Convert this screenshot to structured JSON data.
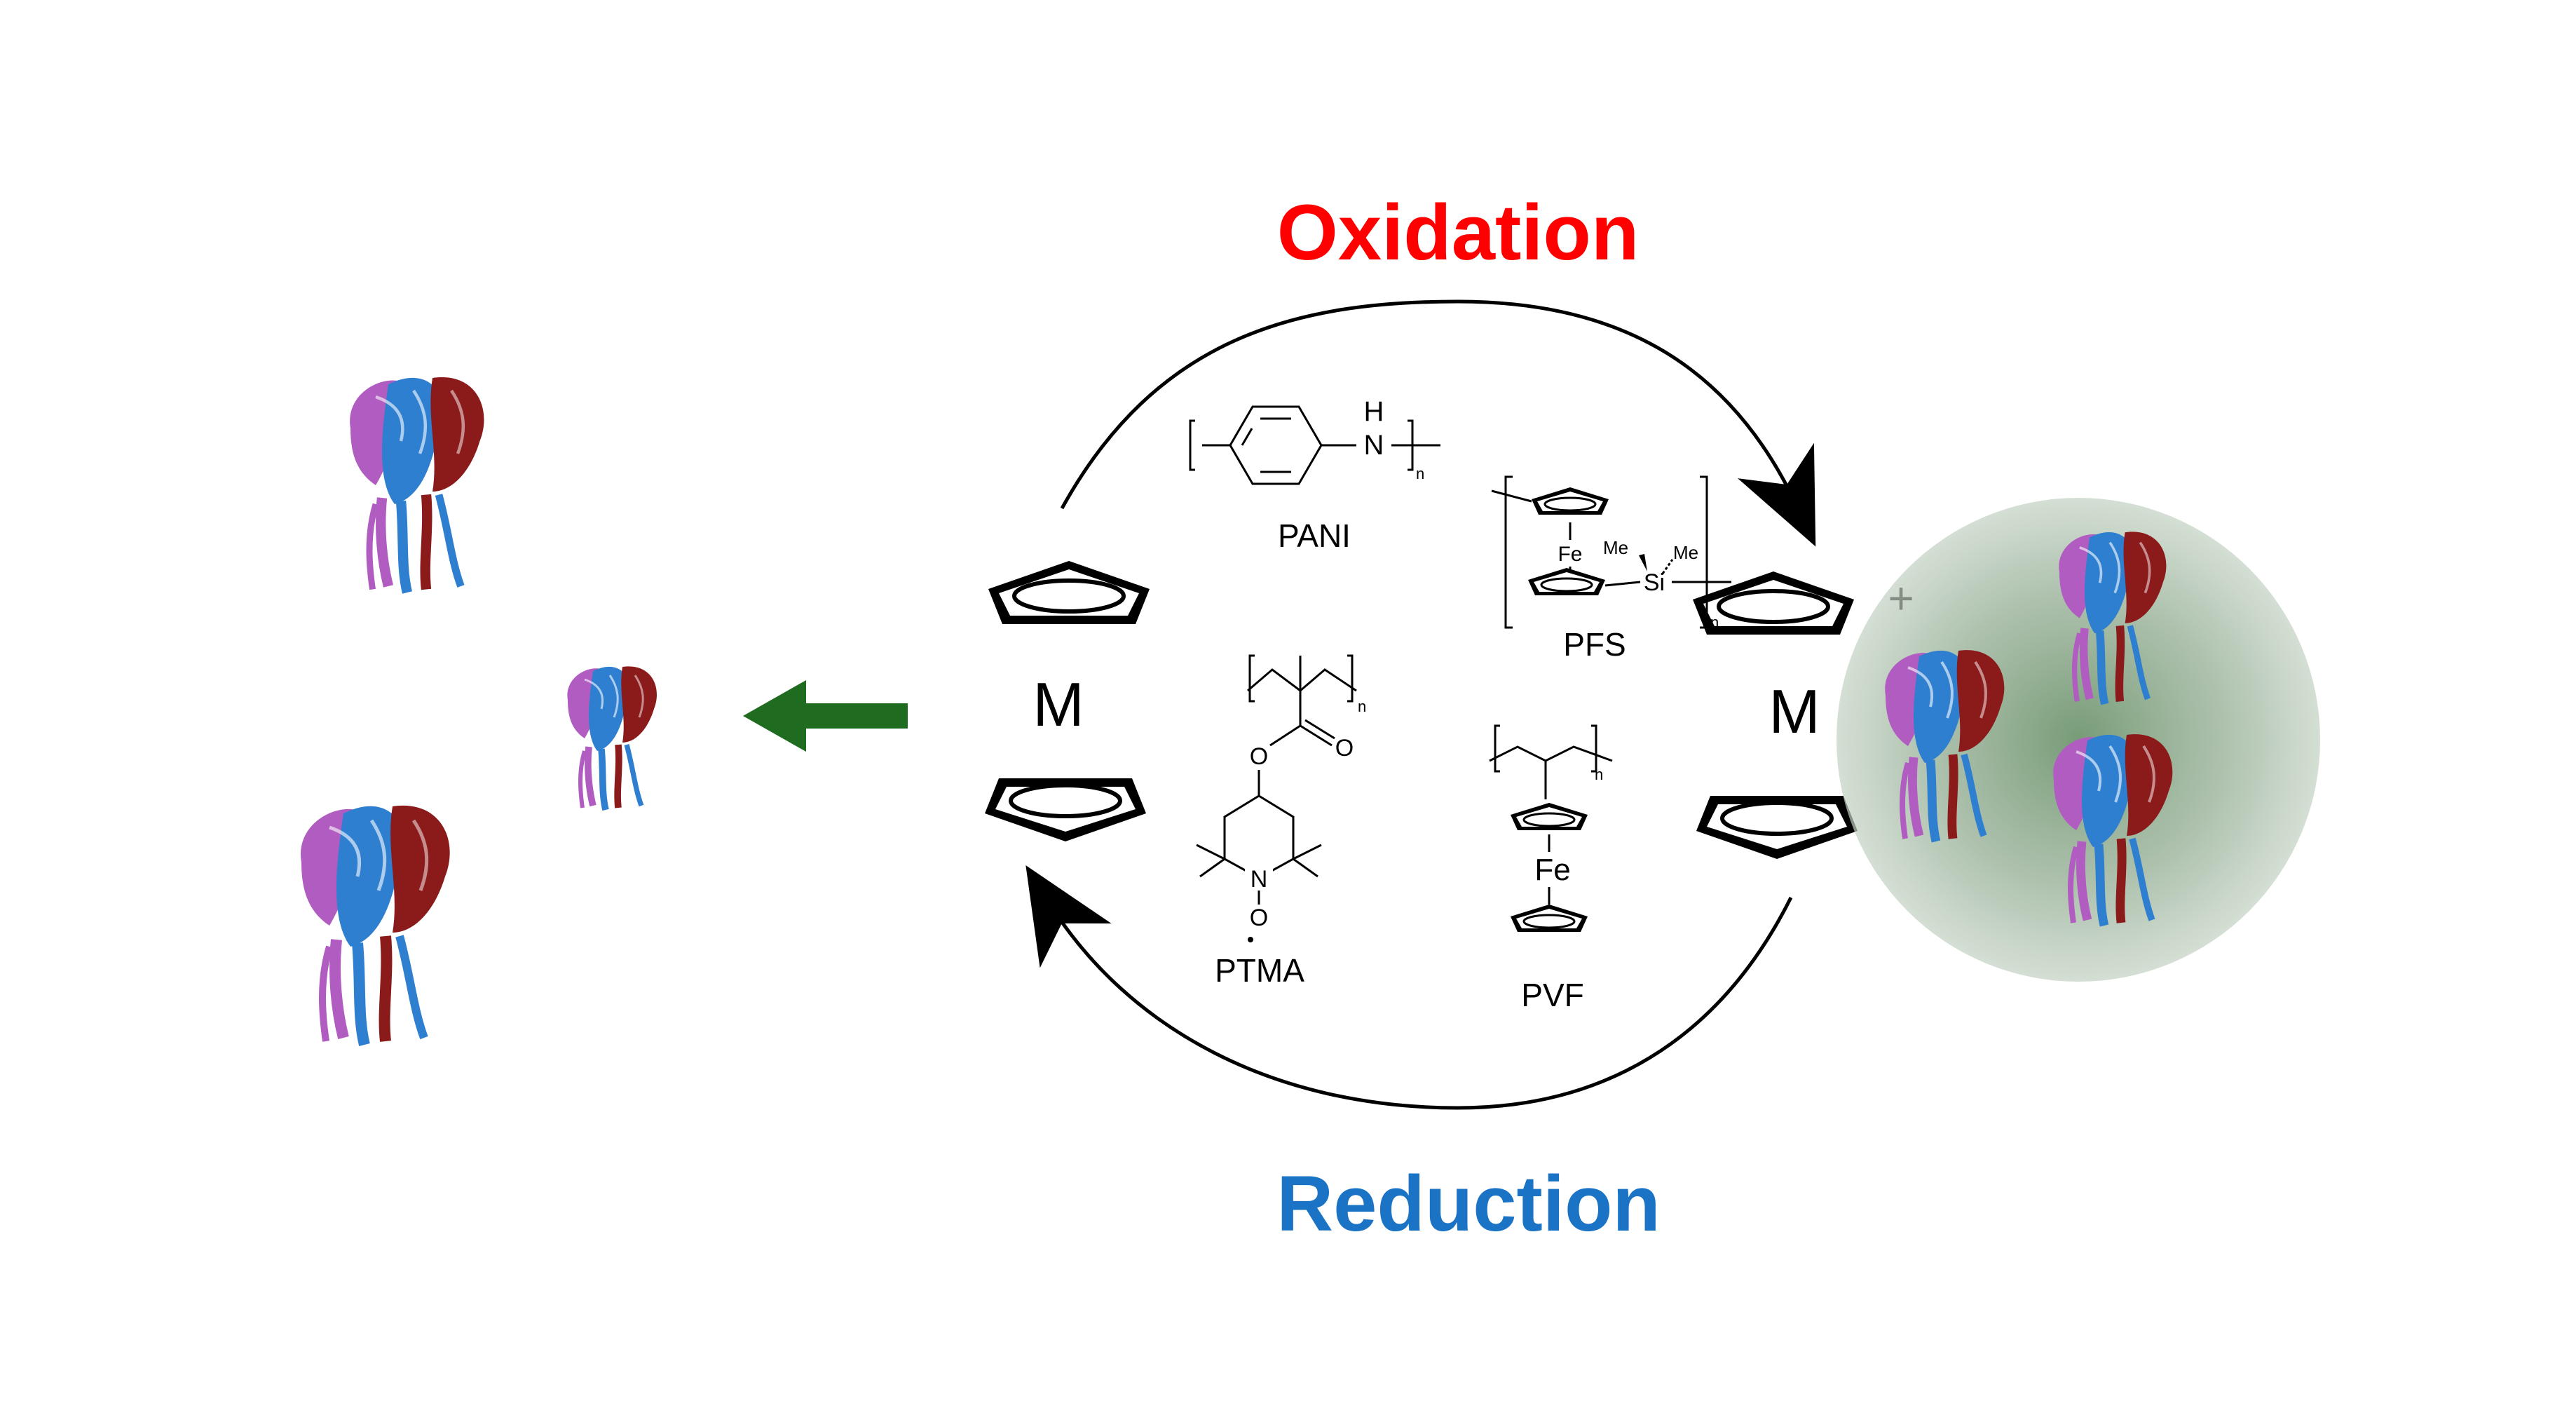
{
  "labels": {
    "oxidation": "Oxidation",
    "reduction": "Reduction",
    "metal_left": "M",
    "metal_right": "M",
    "charge": "+"
  },
  "polymers": {
    "pani": {
      "name": "PANI",
      "nh_h": "H",
      "nh_n": "N",
      "repeat": "n"
    },
    "pfs": {
      "name": "PFS",
      "fe": "Fe",
      "me1": "Me",
      "me2": "Me",
      "si": "Si",
      "repeat": "n"
    },
    "ptma": {
      "name": "PTMA",
      "o_ester": "O",
      "o_carbonyl": "O",
      "n": "N",
      "o_radical": "O",
      "repeat": "n"
    },
    "pvf": {
      "name": "PVF",
      "fe": "Fe",
      "repeat": "n"
    }
  },
  "colors": {
    "oxidation": "#ff0000",
    "reduction": "#1a73c4",
    "release_arrow": "#1f6b1f",
    "sphere": "#8aa68a",
    "protein_magenta": "#b05cc0",
    "protein_blue": "#2f7fd0",
    "protein_red": "#8b1a1a"
  },
  "icons": {
    "release_arrow": "arrow-left-icon",
    "proteins": "protein-structure-icon"
  }
}
